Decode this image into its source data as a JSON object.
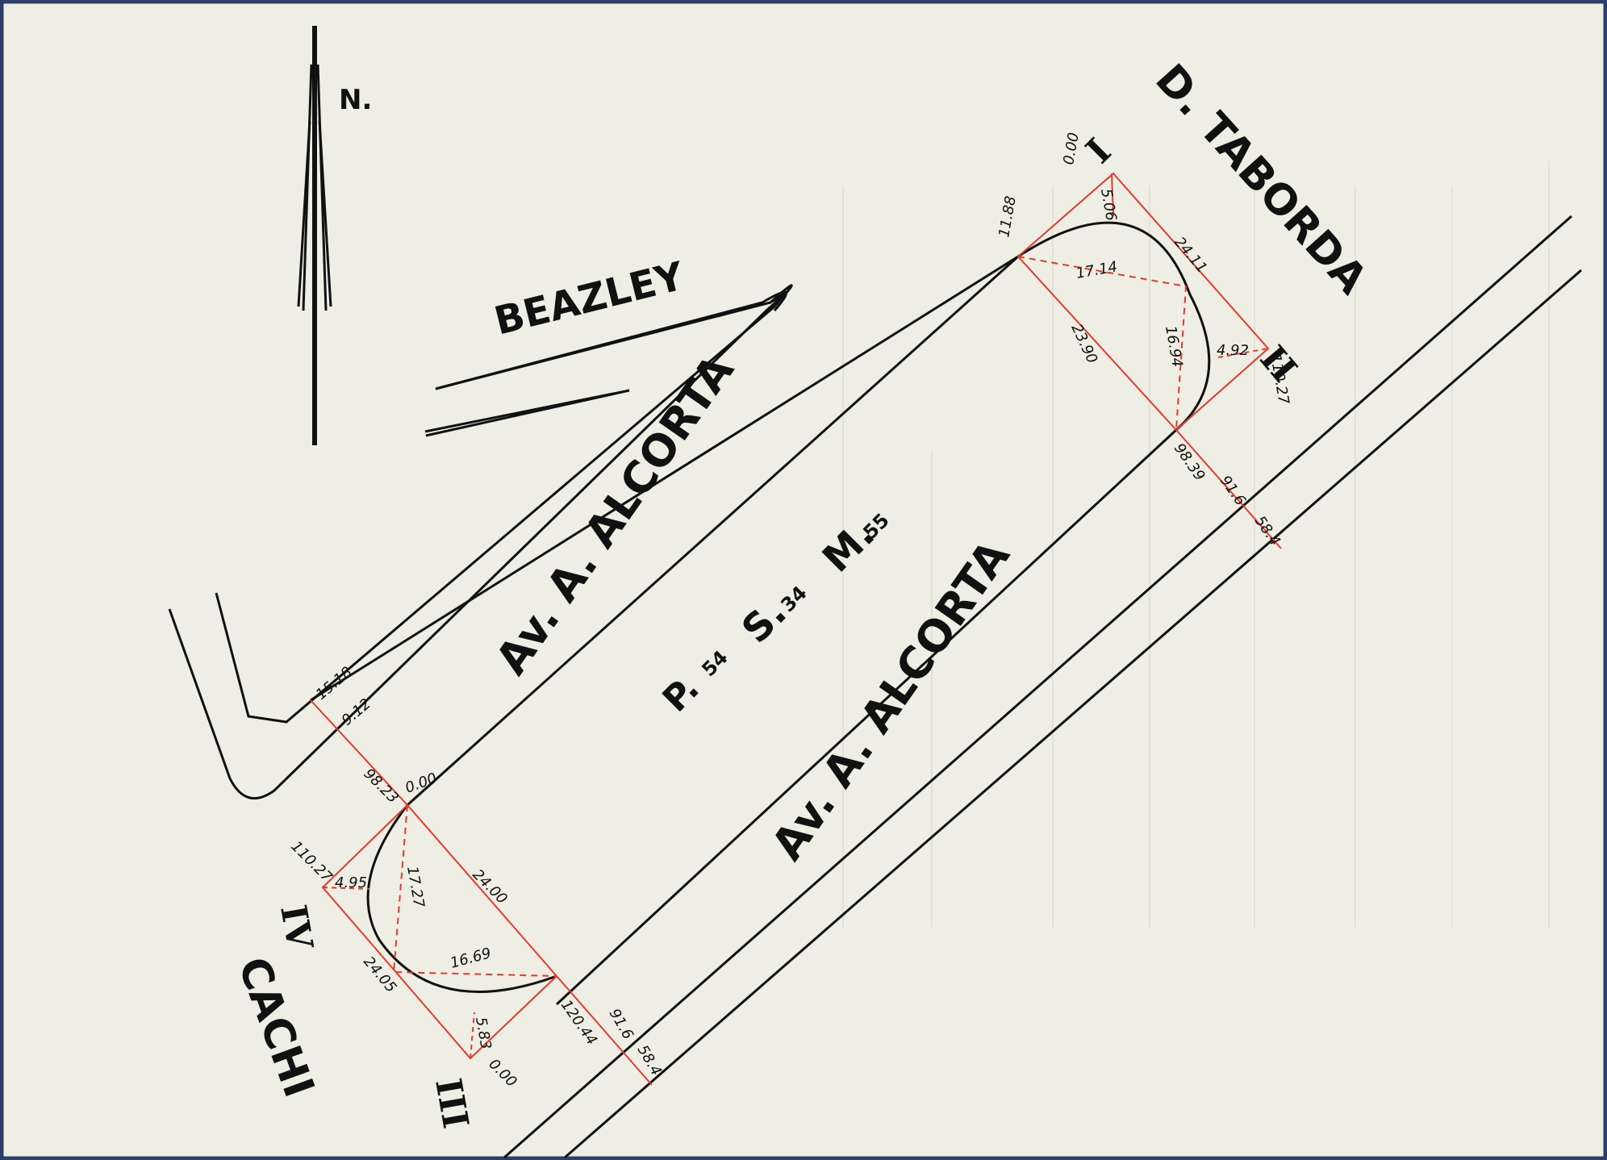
{
  "colors": {
    "paper": "#efeee4",
    "ink": "#111111",
    "survey_red": "#e23b2e"
  },
  "north": {
    "label": "N."
  },
  "streets": {
    "beazley": "BEAZLEY",
    "taborda": "D. TABORDA",
    "alcorta_upper": "Av. A. ALCORTA",
    "alcorta_lower": "Av. A. ALCORTA",
    "cachi": "CACHI"
  },
  "parcel": {
    "p_label": "P.",
    "p_num": "54",
    "s_label": "S.",
    "s_num": "34",
    "m_label": "M.",
    "m_num": "55"
  },
  "vertices": {
    "v1": "I",
    "v2": "II",
    "v3": "III",
    "v4": "IV"
  },
  "dims_ne": {
    "d1": "0.00",
    "d2": "5.06",
    "d3": "11.88",
    "d4": "24.11",
    "d5": "17.14",
    "d6": "23.90",
    "d7": "16.94",
    "d8": "4.92",
    "d9": "110.27",
    "d10": "98.39",
    "d11": "91.6",
    "d12": "58.4"
  },
  "dims_sw": {
    "d1": "15.18",
    "d2": "9.12",
    "d3": "98.23",
    "d4": "0.00",
    "d5": "110.27",
    "d6": "4.95",
    "d7": "17.27",
    "d8": "24.00",
    "d9": "24.05",
    "d10": "16.69",
    "d11": "5.83",
    "d12": "0.00",
    "d13": "120.44",
    "d14": "91.6",
    "d15": "58.4"
  }
}
